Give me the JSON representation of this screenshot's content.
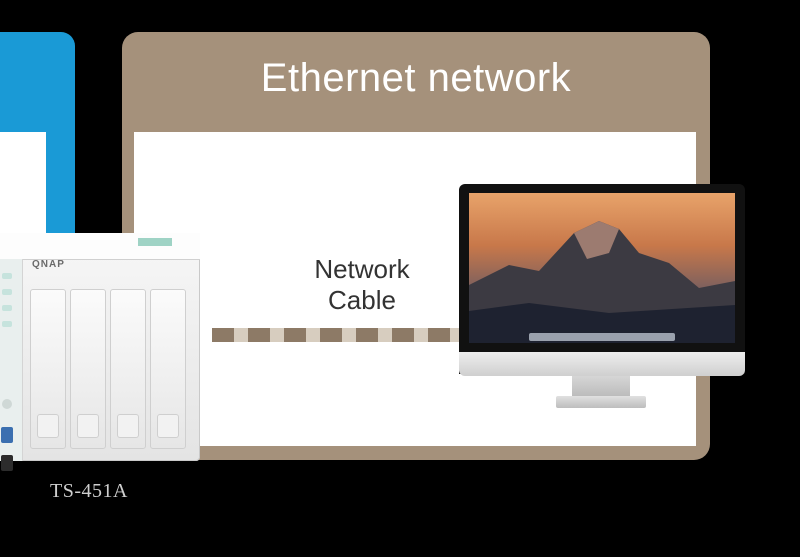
{
  "panel": {
    "title": "Ethernet network",
    "accent_color": "#a5917b",
    "side_panel_color": "#1a9ad6"
  },
  "connection": {
    "label_line1": "Network",
    "label_line2": "Cable",
    "type": "ethernet-cable"
  },
  "devices": {
    "nas": {
      "logo": "QNAP",
      "model": "TS-451A",
      "bays": 4
    },
    "computer": {
      "icon": "desktop-monitor-icon"
    }
  }
}
